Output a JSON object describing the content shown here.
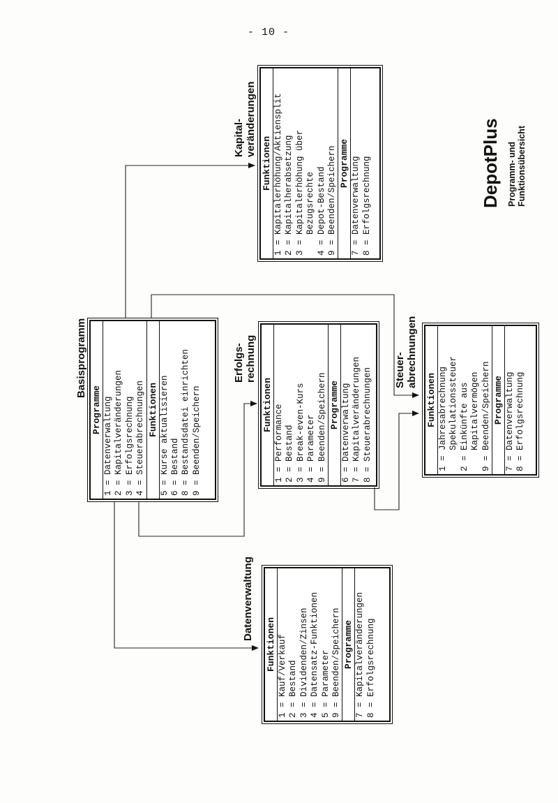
{
  "page_number": "- 10 -",
  "brand": {
    "title": "DepotPlus",
    "subtitle_line1": "Programm- und",
    "subtitle_line2": "Funktionsübersicht"
  },
  "boxes": {
    "basis": {
      "title": "Basisprogramm",
      "sections": [
        {
          "heading": "Programme",
          "items": [
            "1 = Datenverwaltung",
            "2 = Kapitalveränderungen",
            "3 = Erfolgsrechnung",
            "4 = Steuerabrechnungen"
          ]
        },
        {
          "heading": "Funktionen",
          "items": [
            "5 = Kurse aktualisieren",
            "6 = Bestand",
            "8 = Bestandsdatei einrichten",
            "9 = Beenden/Speichern"
          ]
        }
      ]
    },
    "kapital": {
      "title_line1": "Kapital-",
      "title_line2": "veränderungen",
      "sections": [
        {
          "heading": "Funktionen",
          "items": [
            "1 = Kapitalerhöhung/Aktiensplit",
            "2 = Kapitalherabsetzung",
            "3 = Kapitalerhöhung über",
            "    Bezugsrechte",
            "4 = Depot-Bestand",
            "9 = Beenden/Speichern"
          ]
        },
        {
          "heading": "Programme",
          "items": [
            "7 = Datenverwaltung",
            "8 = Erfolgsrechnung"
          ]
        }
      ]
    },
    "erfolg": {
      "title_line1": "Erfolgs-",
      "title_line2": "rechnung",
      "sections": [
        {
          "heading": "Funktionen",
          "items": [
            "1 = Performance",
            "2 = Bestand",
            "3 = Break-even-Kurs",
            "4 = Parameter",
            "9 = Beenden/Speichern"
          ]
        },
        {
          "heading": "Programme",
          "items": [
            "6 = Datenverwaltung",
            "7 = Kapitalveränderungen",
            "8 = Steuerabrechnungen"
          ]
        }
      ]
    },
    "steuer": {
      "title_line1": "Steuer-",
      "title_line2": "abrechnungen",
      "sections": [
        {
          "heading": "Funktionen",
          "items": [
            "1 = Jahresabrechnung",
            "    Spekulationssteuer",
            "2 = Einkünfte aus",
            "    Kapitalvermögen",
            "9 = Beenden/Speichern"
          ]
        },
        {
          "heading": "Programme",
          "items": [
            "7 = Datenverwaltung",
            "8 = Erfolgsrechnung"
          ]
        }
      ]
    },
    "daten": {
      "title": "Datenverwaltung",
      "sections": [
        {
          "heading": "Funktionen",
          "items": [
            "1 = Kauf/Verkauf",
            "2 = Bestand",
            "3 = Dividenden/Zinsen",
            "4 = Datensatz-Funktionen",
            "5 = Parameter",
            "9 = Beenden/Speichern"
          ]
        },
        {
          "heading": "Programme",
          "items": [
            "7 = Kapitalveränderungen",
            "8 = Erfolgsrechnung"
          ]
        }
      ]
    }
  }
}
